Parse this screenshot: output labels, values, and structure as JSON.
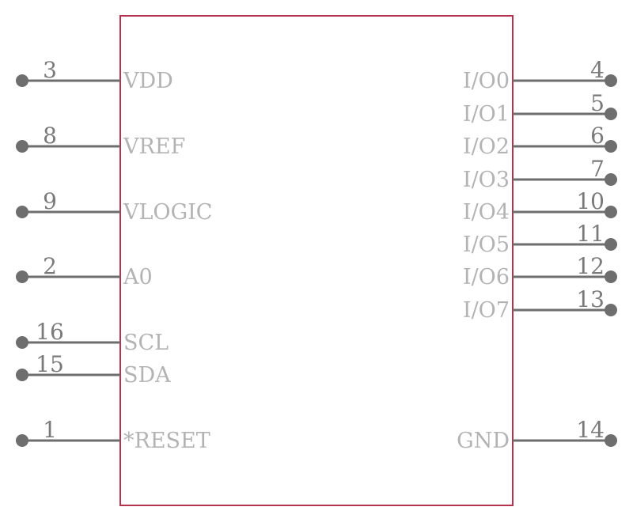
{
  "colors": {
    "body_outline": "#b5334f",
    "pin_line": "#6e6e6e",
    "pin_number": "#7a7a7a",
    "pin_name": "#b3b3b3",
    "background": "#ffffff"
  },
  "left_pins": [
    {
      "number": "3",
      "name": "VDD"
    },
    {
      "number": "8",
      "name": "VREF"
    },
    {
      "number": "9",
      "name": "VLOGIC"
    },
    {
      "number": "2",
      "name": "A0"
    },
    {
      "number": "16",
      "name": "SCL"
    },
    {
      "number": "15",
      "name": "SDA"
    },
    {
      "number": "1",
      "name": "*RESET"
    }
  ],
  "right_pins": [
    {
      "number": "4",
      "name": "I/O0"
    },
    {
      "number": "5",
      "name": "I/O1"
    },
    {
      "number": "6",
      "name": "I/O2"
    },
    {
      "number": "7",
      "name": "I/O3"
    },
    {
      "number": "10",
      "name": "I/O4"
    },
    {
      "number": "11",
      "name": "I/O5"
    },
    {
      "number": "12",
      "name": "I/O6"
    },
    {
      "number": "13",
      "name": "I/O7"
    },
    {
      "number": "14",
      "name": "GND"
    }
  ]
}
